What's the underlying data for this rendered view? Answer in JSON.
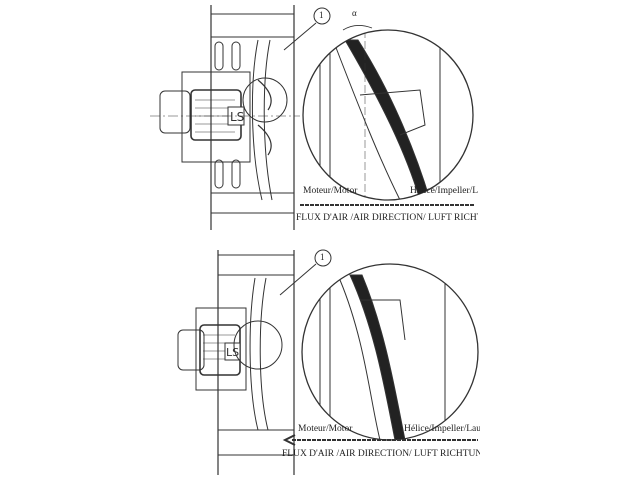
{
  "top_view": {
    "callout": "1",
    "angle_label": "α",
    "motor_label": "Moteur/Motor",
    "impeller_label": "Hélice/Impeller/Laufrad",
    "airflow_label": "FLUX D'AIR /AIR DIRECTION/ LUFT RICHTUNG"
  },
  "bottom_view": {
    "callout": "1",
    "motor_label": "Moteur/Motor",
    "impeller_label": "Hélice/Impeller/Laufrad",
    "airflow_label": "FLUX D'AIR /AIR DIRECTION/ LUFT RICHTUNG"
  }
}
